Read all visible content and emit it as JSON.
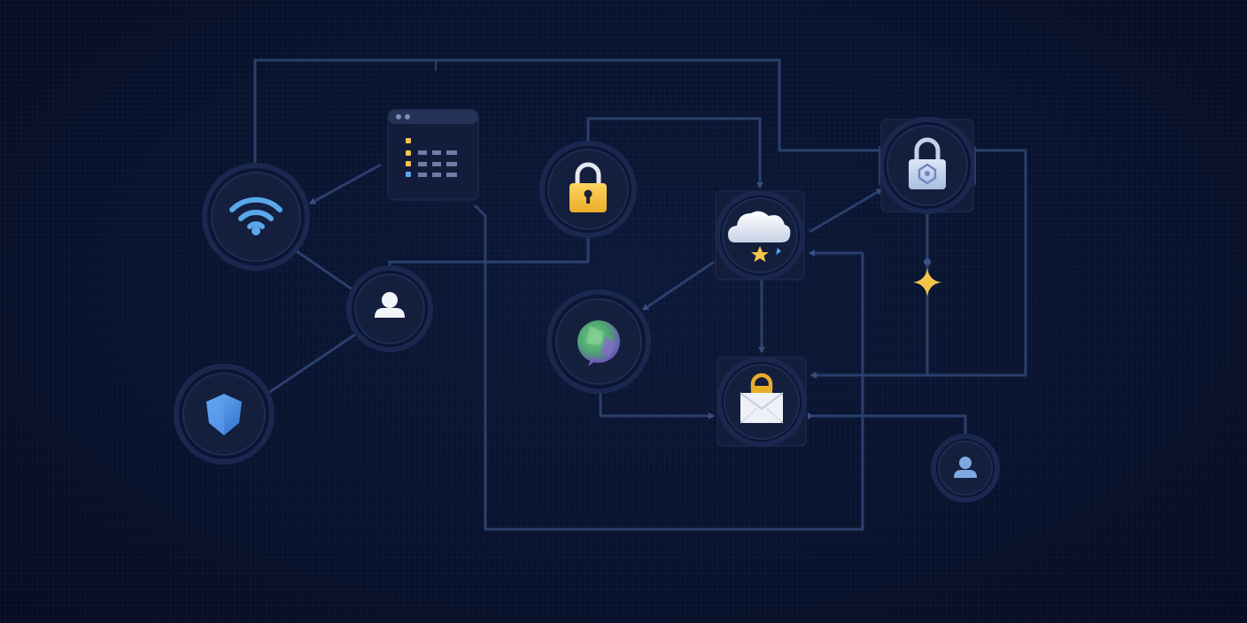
{
  "scene": {
    "background": "#07102a",
    "line_color": "#2c4270",
    "accent_gold": "#f3c649",
    "accent_blue": "#5aa8ec",
    "accent_green": "#5fb870",
    "accent_purple": "#7b5bc9",
    "icon_white": "#f2f4fa"
  },
  "nodes": [
    {
      "id": "wifi",
      "icon": "wifi-icon"
    },
    {
      "id": "browser",
      "icon": "browser-window-icon"
    },
    {
      "id": "user-center",
      "icon": "user-icon"
    },
    {
      "id": "shield",
      "icon": "shield-icon"
    },
    {
      "id": "padlock",
      "icon": "padlock-icon"
    },
    {
      "id": "globe",
      "icon": "globe-icon"
    },
    {
      "id": "cloud",
      "icon": "cloud-star-icon"
    },
    {
      "id": "secure-lock",
      "icon": "secure-lock-icon"
    },
    {
      "id": "spark",
      "icon": "sparkle-icon"
    },
    {
      "id": "secure-mail",
      "icon": "locked-mail-icon"
    },
    {
      "id": "user-right",
      "icon": "user-icon"
    }
  ]
}
